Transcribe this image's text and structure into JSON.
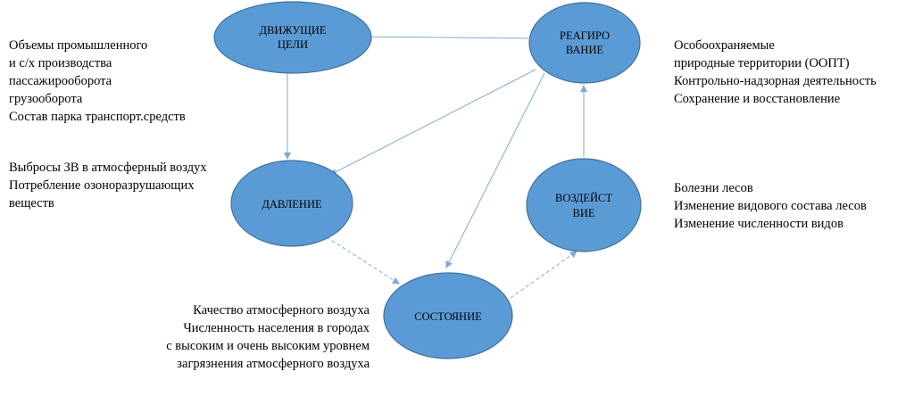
{
  "nodes": {
    "driving_forces": {
      "line1": "ДВИЖУЩИЕ",
      "line2": "ЦЕЛИ"
    },
    "response": {
      "line1": "РЕАГИРО",
      "line2": "ВАНИЕ"
    },
    "pressure": {
      "line1": "ДАВЛЕНИЕ"
    },
    "impact": {
      "line1": "ВОЗДЕЙСТ",
      "line2": "ВИЕ"
    },
    "state": {
      "line1": "СОСТОЯНИЕ"
    }
  },
  "annotations": {
    "driving_forces": [
      "Объемы промышленного",
      "и с/х производства",
      "пассажирооборота",
      "грузооборота",
      "Состав парка транспорт.средств"
    ],
    "response": [
      "Особоохраняемые",
      "природные территории (ООПТ)",
      "Контрольно-надзорная деятельность",
      "Сохранение и восстановление"
    ],
    "pressure": [
      "Выбросы ЗВ в атмосферный воздух",
      "Потребление озоноразрушающих",
      "веществ"
    ],
    "impact": [
      "Болезни лесов",
      "Изменение видового состава лесов",
      "Изменение численности видов"
    ],
    "state": [
      "Качество атмосферного воздуха",
      "Численность населения в городах",
      "с высоким и очень высоким уровнем",
      "загрязнения атмосферного воздуха"
    ]
  },
  "colors": {
    "node_fill": "#5b9bd5",
    "node_stroke": "#41719c",
    "arrow": "#7eaadd"
  }
}
